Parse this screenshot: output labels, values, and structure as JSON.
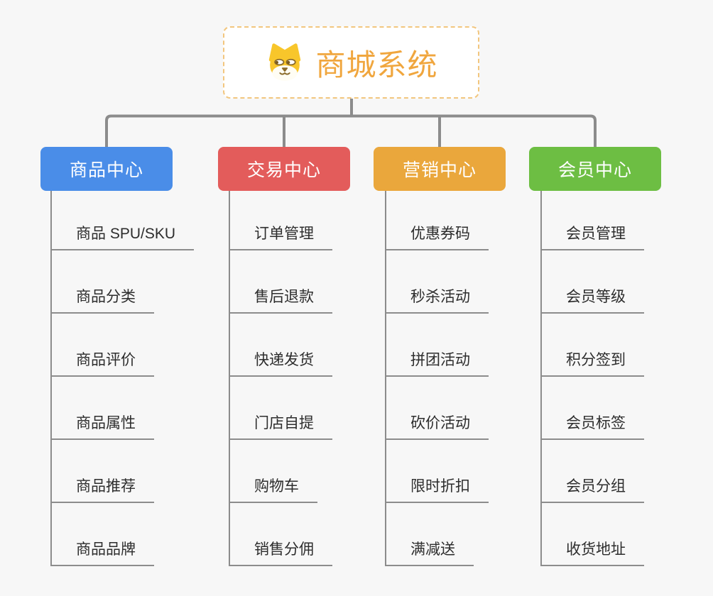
{
  "root": {
    "title": "商城系统",
    "icon": "shiba-dog-icon"
  },
  "branches": [
    {
      "label": "商品中心",
      "color": "#4A8DE8",
      "items": [
        "商品 SPU/SKU",
        "商品分类",
        "商品评价",
        "商品属性",
        "商品推荐",
        "商品品牌"
      ]
    },
    {
      "label": "交易中心",
      "color": "#E35C5B",
      "items": [
        "订单管理",
        "售后退款",
        "快递发货",
        "门店自提",
        "购物车",
        "销售分佣"
      ]
    },
    {
      "label": "营销中心",
      "color": "#EAA73C",
      "items": [
        "优惠券码",
        "秒杀活动",
        "拼团活动",
        "砍价活动",
        "限时折扣",
        "满减送"
      ]
    },
    {
      "label": "会员中心",
      "color": "#6DBE43",
      "items": [
        "会员管理",
        "会员等级",
        "积分签到",
        "会员标签",
        "会员分组",
        "收货地址"
      ]
    }
  ],
  "colors": {
    "background": "#F7F7F7",
    "connector": "#8C8C8C",
    "root_border": "#F2C67E",
    "root_text": "#F0A63E",
    "item_text": "#2D2D2D"
  }
}
